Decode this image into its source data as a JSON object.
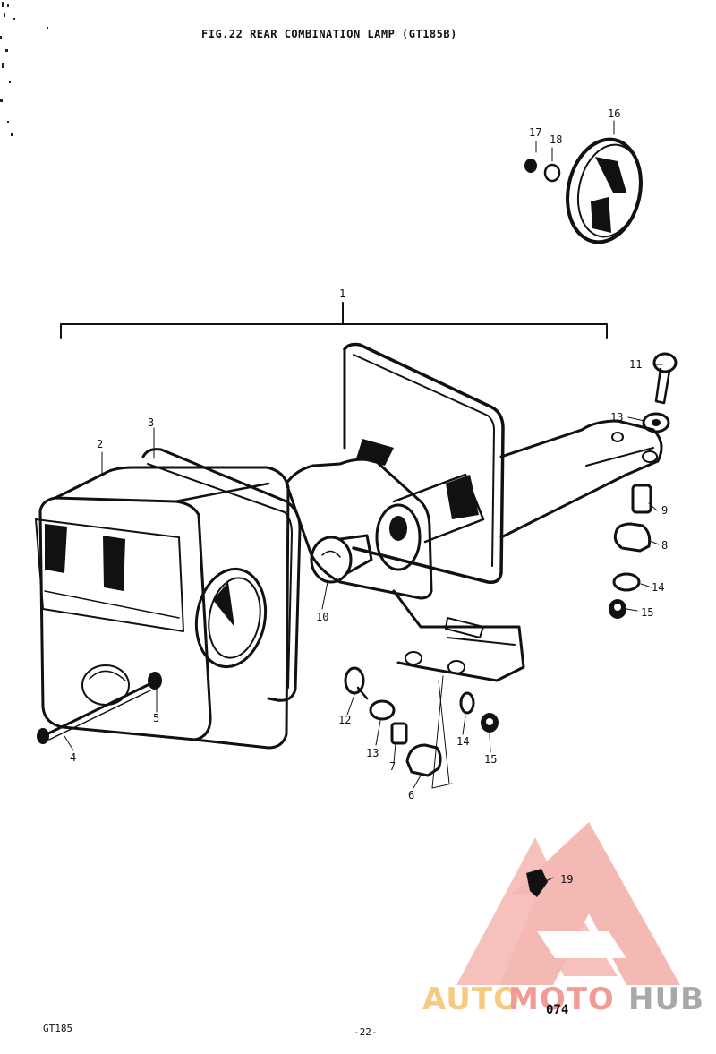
{
  "figure": {
    "title": "FIG.22  REAR COMBINATION LAMP (GT185B)"
  },
  "parts": {
    "p1": "1",
    "p2": "2",
    "p3": "3",
    "p4": "4",
    "p5": "5",
    "p6": "6",
    "p7": "7",
    "p8": "8",
    "p9": "9",
    "p10": "10",
    "p11": "11",
    "p12": "12",
    "p13a": "13",
    "p13b": "13",
    "p14a": "14",
    "p14b": "14",
    "p15a": "15",
    "p15b": "15",
    "p16": "16",
    "p17": "17",
    "p18": "18",
    "p19": "19"
  },
  "footer": {
    "model": "GT185",
    "page": "-22-",
    "code": "074"
  },
  "watermark": {
    "auto": "AUTO",
    "moto": "MOTO",
    "hub": "HUB",
    "colors": {
      "auto": "#f5c16c",
      "moto": "#f08a84",
      "hub": "#9a9a9a",
      "logo": "#f2a29c"
    }
  }
}
